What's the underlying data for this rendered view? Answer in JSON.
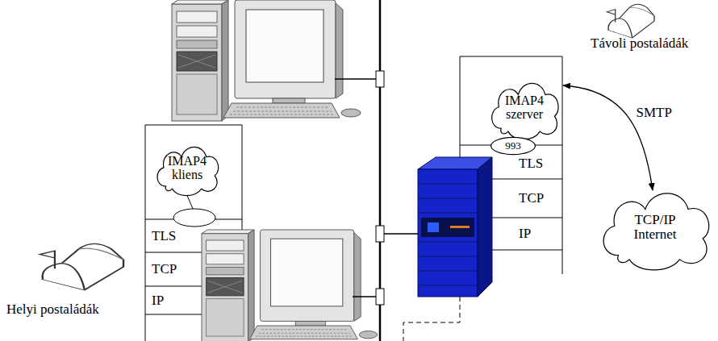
{
  "diagram": {
    "nodes": [
      {
        "text": [
          "IMAP4 kliens"
        ]
      },
      {
        "text": [
          "TLS"
        ]
      },
      {
        "text": [
          "TCP"
        ]
      },
      {
        "text": [
          "IP"
        ]
      },
      {
        "text": [
          "IMAP4 szerver"
        ]
      },
      {
        "text": [
          "993"
        ]
      },
      {
        "text": [
          "TLS"
        ]
      },
      {
        "text": [
          "TCP"
        ]
      },
      {
        "text": [
          "IP"
        ]
      },
      {
        "text": [
          "TCP/IP Internet"
        ]
      }
    ],
    "edges": [
      {
        "from": 4,
        "to": 9,
        "arrow": "both",
        "label": "SMTP"
      }
    ],
    "labels": [
      "Távoli postaládák",
      "Helyi postaládák"
    ]
  }
}
